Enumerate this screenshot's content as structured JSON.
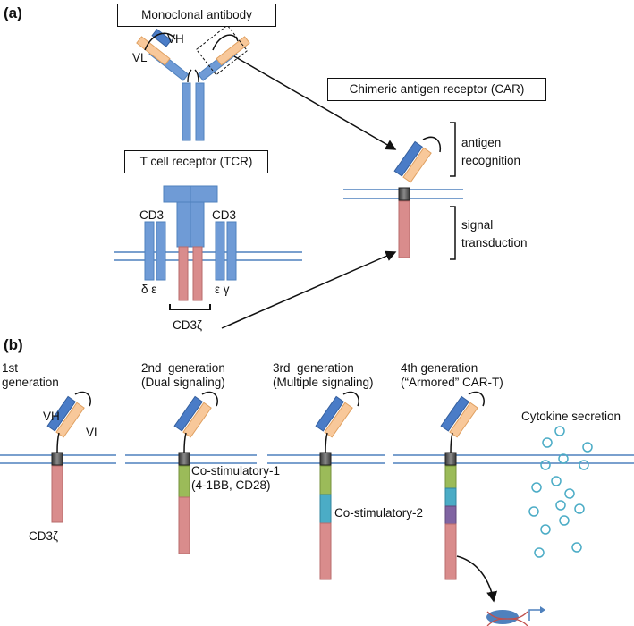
{
  "panel_a": {
    "label": "(a)",
    "mab_label": "Monoclonal antibody",
    "vh": "VH",
    "vl": "VL",
    "tcr_label": "T cell receptor (TCR)",
    "cd3_left": "CD3",
    "cd3_right": "CD3",
    "delta_eps": "δ ε",
    "eps_gamma": "ε γ",
    "cd3z": "CD3ζ",
    "car_label": "Chimeric antigen receptor (CAR)",
    "antigen_recognition": "antigen\nrecognition",
    "signal_transduction": "signal\ntransduction"
  },
  "panel_b": {
    "label": "(b)",
    "gen1": "1st\ngeneration",
    "gen2": "2nd  generation\n(Dual signaling)",
    "gen3": "3rd  generation\n(Multiple signaling)",
    "gen4": "4th generation\n(“Armored” CAR-T)",
    "vh": "VH",
    "vl": "VL",
    "cd3z": "CD3ζ",
    "costim1": "Co-stimulatory-1\n(4-1BB, CD28)",
    "costim2": "Co-stimulatory-2",
    "cytokine": "Cytokine secretion"
  },
  "colors": {
    "heavy_blue": "#6f9bd6",
    "light_orange": "#f8c89a",
    "zeta_pink": "#d98c8c",
    "costim_green": "#9bbb59",
    "costim_cyan": "#4bacc6",
    "costim_purple": "#8064a2",
    "membrane": "#4f81bd",
    "tm_gray": "#595959",
    "cytokine": "#4bacc6"
  }
}
